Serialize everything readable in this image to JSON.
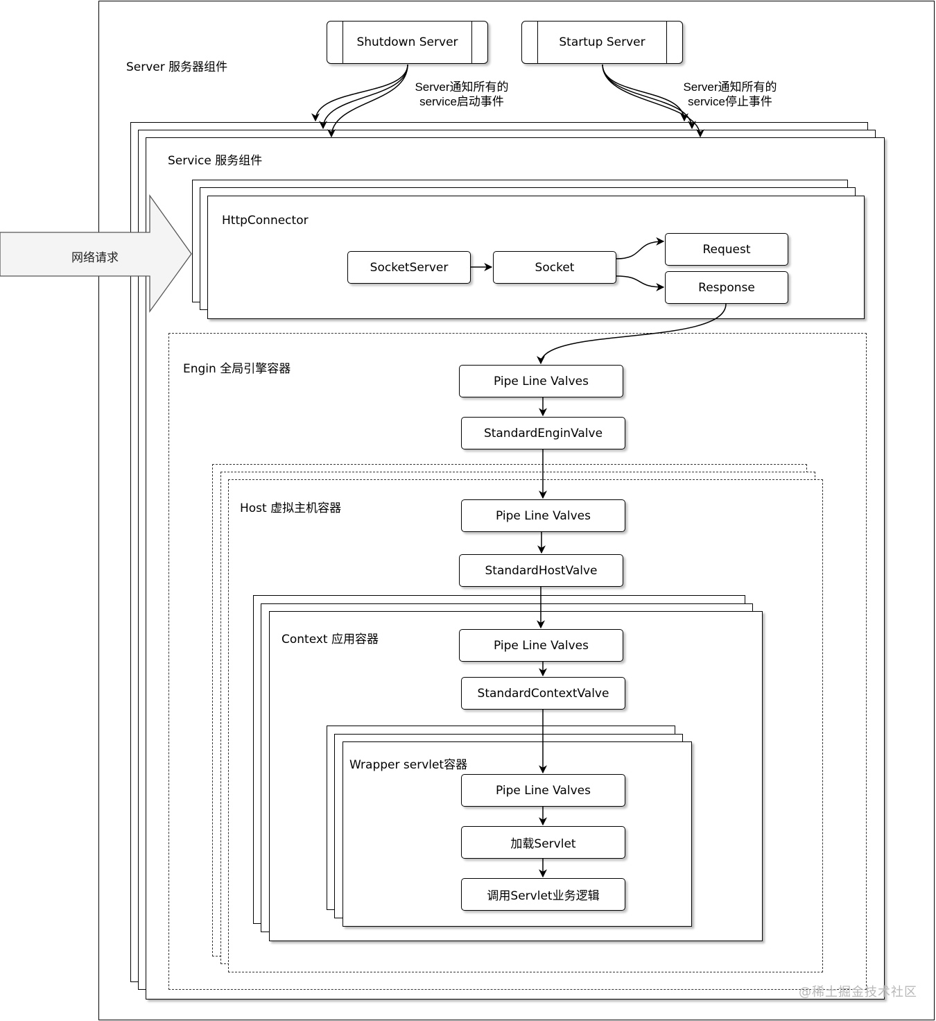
{
  "server": {
    "label": "Server 服务器组件",
    "shutdown_button": "Shutdown Server",
    "startup_button": "Startup Server",
    "note_start": [
      "Server通知所有的",
      "service启动事件"
    ],
    "note_stop": [
      "Server通知所有的",
      "service停止事件"
    ]
  },
  "network_request": "网络请求",
  "service": {
    "label": "Service 服务组件"
  },
  "connector": {
    "label": "HttpConnector",
    "socket_server": "SocketServer",
    "socket": "Socket",
    "request": "Request",
    "response": "Response"
  },
  "engine": {
    "label": "Engin 全局引擎容器",
    "pipeline": "Pipe Line Valves",
    "valve": "StandardEnginValve"
  },
  "host": {
    "label": "Host 虚拟主机容器",
    "pipeline": "Pipe Line Valves",
    "valve": "StandardHostValve"
  },
  "context": {
    "label": "Context 应用容器",
    "pipeline": "Pipe Line Valves",
    "valve": "StandardContextValve"
  },
  "wrapper": {
    "label": "Wrapper servlet容器",
    "pipeline": "Pipe Line Valves",
    "load_servlet": "加载Servlet",
    "invoke_servlet": "调用Servlet业务逻辑"
  },
  "watermark": "@稀土掘金技术社区"
}
